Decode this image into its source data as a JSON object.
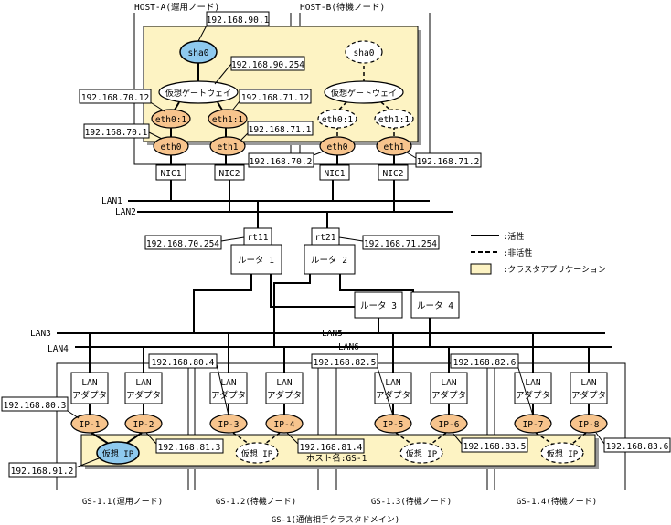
{
  "hosts": {
    "host_a": "HOST-A(運用ノード)",
    "host_b": "HOST-B(待機ノード)"
  },
  "ips": {
    "ip_90_1": "192.168.90.1",
    "ip_90_254": "192.168.90.254",
    "ip_70_12": "192.168.70.12",
    "ip_71_12": "192.168.71.12",
    "ip_70_1": "192.168.70.1",
    "ip_71_1": "192.168.71.1",
    "ip_70_2": "192.168.70.2",
    "ip_71_2": "192.168.71.2",
    "ip_70_254": "192.168.70.254",
    "ip_71_254": "192.168.71.254",
    "ip_80_4": "192.168.80.4",
    "ip_82_5": "192.168.82.5",
    "ip_82_6": "192.168.82.6",
    "ip_80_3": "192.168.80.3",
    "ip_81_3": "192.168.81.3",
    "ip_81_4": "192.168.81.4",
    "ip_83_5": "192.168.83.5",
    "ip_83_6": "192.168.83.6",
    "ip_91_2": "192.168.91.2"
  },
  "nodes": {
    "sha0": "sha0",
    "vgw": "仮想ゲートウェイ",
    "eth0_1": "eth0:1",
    "eth1_1": "eth1:1",
    "eth0": "eth0",
    "eth1": "eth1",
    "nic1": "NIC1",
    "nic2": "NIC2",
    "rt11": "rt11",
    "rt21": "rt21",
    "router1": "ルータ 1",
    "router2": "ルータ 2",
    "router3": "ルータ 3",
    "router4": "ルータ 4",
    "lan_line1": "LAN",
    "lan_line2": "アダプタ",
    "ip1": "IP-1",
    "ip2": "IP-2",
    "ip3": "IP-3",
    "ip4": "IP-4",
    "ip5": "IP-5",
    "ip6": "IP-6",
    "ip7": "IP-7",
    "ip8": "IP-8",
    "vip": "仮想 IP",
    "vip_b": "仮想 IP",
    "hostname": "ホスト名:GS-1"
  },
  "lans": {
    "lan1": "LAN1",
    "lan2": "LAN2",
    "lan3": "LAN3",
    "lan4": "LAN4",
    "lan5": "LAN5",
    "lan6": "LAN6"
  },
  "legend": {
    "active": ":活性",
    "inactive": ":非活性",
    "cluster_app": ":クラスタアプリケーション"
  },
  "gs_nodes": {
    "gs1": "GS-1.1(運用ノード)",
    "gs2": "GS-1.2(待機ノード)",
    "gs3": "GS-1.3(待機ノード)",
    "gs4": "GS-1.4(待機ノード)"
  },
  "footer": "GS-1(通信相手クラスタドメイン)",
  "colors": {
    "app_fill": "#fdf3c3",
    "orange": "#f7c48d",
    "blue": "#8ec9ee"
  }
}
